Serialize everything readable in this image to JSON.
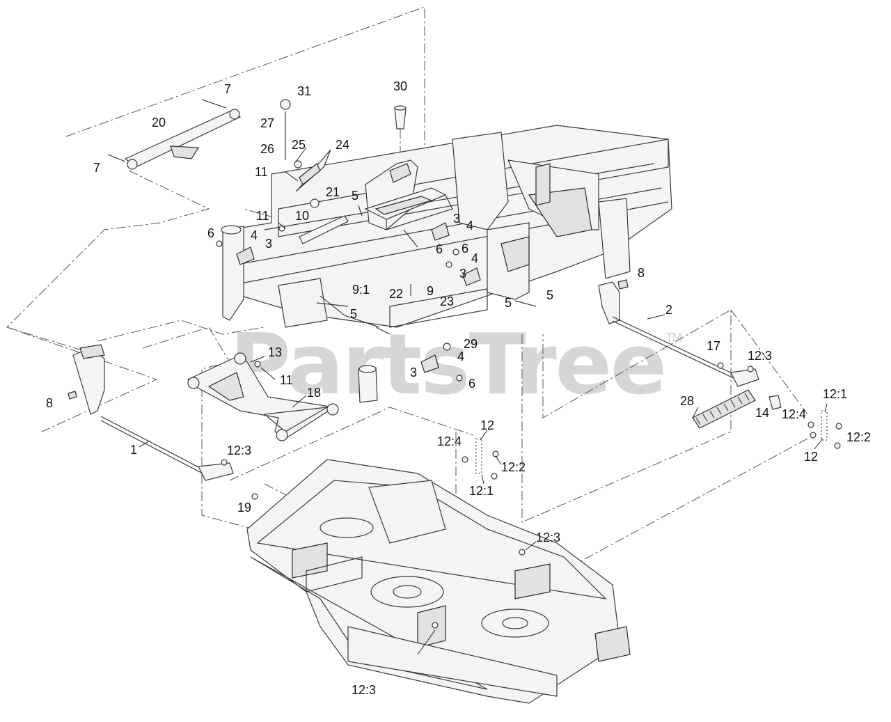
{
  "watermark": {
    "text": "PartsTree",
    "tm": "TM"
  },
  "callouts": [
    {
      "id": "c7a",
      "text": "7"
    },
    {
      "id": "c31",
      "text": "31"
    },
    {
      "id": "c30",
      "text": "30"
    },
    {
      "id": "c20",
      "text": "20"
    },
    {
      "id": "c27",
      "text": "27"
    },
    {
      "id": "c26",
      "text": "26"
    },
    {
      "id": "c25",
      "text": "25"
    },
    {
      "id": "c24",
      "text": "24"
    },
    {
      "id": "c7b",
      "text": "7"
    },
    {
      "id": "c11a",
      "text": "11"
    },
    {
      "id": "c21",
      "text": "21"
    },
    {
      "id": "c5a",
      "text": "5"
    },
    {
      "id": "c11b",
      "text": "11"
    },
    {
      "id": "c10",
      "text": "10"
    },
    {
      "id": "c3a",
      "text": "3"
    },
    {
      "id": "c4a",
      "text": "4"
    },
    {
      "id": "c6a",
      "text": "6"
    },
    {
      "id": "c4b",
      "text": "4"
    },
    {
      "id": "c3b",
      "text": "3"
    },
    {
      "id": "c6b",
      "text": "6"
    },
    {
      "id": "c6c",
      "text": "6"
    },
    {
      "id": "c4c",
      "text": "4"
    },
    {
      "id": "c3c",
      "text": "3"
    },
    {
      "id": "c8a",
      "text": "8"
    },
    {
      "id": "c9_1",
      "text": "9:1"
    },
    {
      "id": "c9",
      "text": "9"
    },
    {
      "id": "c22",
      "text": "22"
    },
    {
      "id": "c23",
      "text": "23"
    },
    {
      "id": "c5b",
      "text": "5"
    },
    {
      "id": "c2",
      "text": "2"
    },
    {
      "id": "c5c",
      "text": "5"
    },
    {
      "id": "c5d",
      "text": "5"
    },
    {
      "id": "c29",
      "text": "29"
    },
    {
      "id": "c13",
      "text": "13"
    },
    {
      "id": "c4d",
      "text": "4"
    },
    {
      "id": "c3d",
      "text": "3"
    },
    {
      "id": "c17",
      "text": "17"
    },
    {
      "id": "c12_3a",
      "text": "12:3"
    },
    {
      "id": "c11c",
      "text": "11"
    },
    {
      "id": "c6d",
      "text": "6"
    },
    {
      "id": "c18",
      "text": "18"
    },
    {
      "id": "c8b",
      "text": "8"
    },
    {
      "id": "c12_1a",
      "text": "12:1"
    },
    {
      "id": "c28",
      "text": "28"
    },
    {
      "id": "c14",
      "text": "14"
    },
    {
      "id": "c12_4a",
      "text": "12:4"
    },
    {
      "id": "c12_2a",
      "text": "12:2"
    },
    {
      "id": "c12a",
      "text": "12"
    },
    {
      "id": "c12b",
      "text": "12"
    },
    {
      "id": "c12_4b",
      "text": "12:4"
    },
    {
      "id": "c1",
      "text": "1"
    },
    {
      "id": "c12_3b",
      "text": "12:3"
    },
    {
      "id": "c12_2b",
      "text": "12:2"
    },
    {
      "id": "c12_1b",
      "text": "12:1"
    },
    {
      "id": "c19",
      "text": "19"
    },
    {
      "id": "c12_3c",
      "text": "12:3"
    },
    {
      "id": "c12_3d",
      "text": "12:3"
    }
  ]
}
